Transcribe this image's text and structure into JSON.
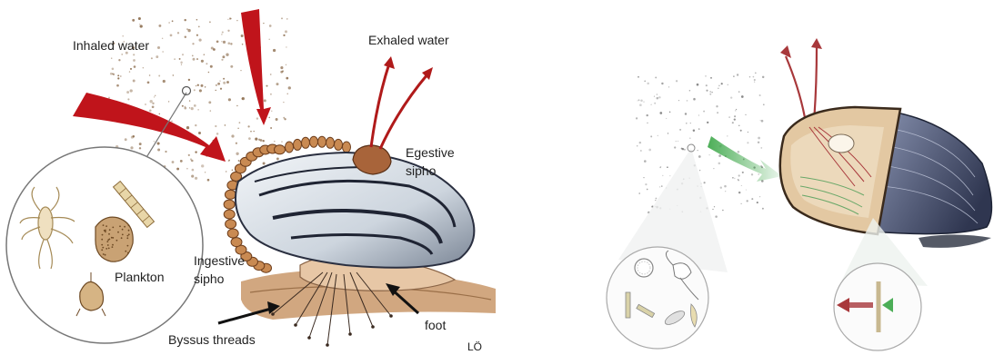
{
  "labels": {
    "inhaled_water": "Inhaled water",
    "exhaled_water": "Exhaled water",
    "egestive_sipho_line1": "Egestive",
    "egestive_sipho_line2": "sipho",
    "ingestive_sipho_line1": "Ingestive",
    "ingestive_sipho_line2": "sipho",
    "plankton": "Plankton",
    "byssus_threads": "Byssus threads",
    "foot": "foot",
    "corner_mark": "LÖ"
  },
  "colors": {
    "inflow_arrow": "#c0141b",
    "outflow_arrow": "#b01a1a",
    "green_inflow": "#4cae57",
    "red_outflow": "#a8383b",
    "shell_light": "#e9eef3",
    "shell_dark": "#2c3348",
    "sand": "#c89a6c",
    "ring": "#9a5a2c"
  }
}
